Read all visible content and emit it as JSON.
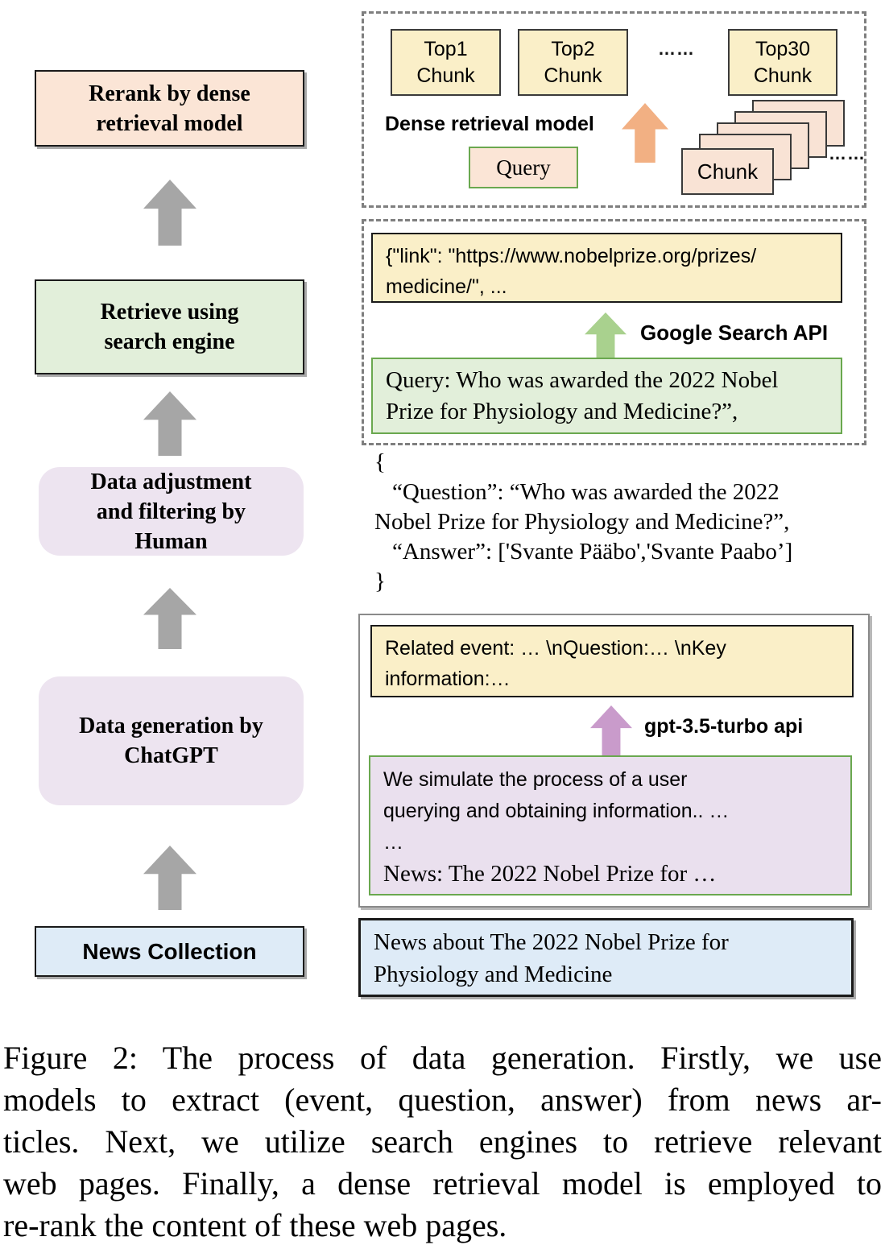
{
  "colors": {
    "cream": "#FAEFC8",
    "peach": "#FBE5D6",
    "chunkpeach": "#F9E3D5",
    "lgreen": "#E2EFDA",
    "lavender": "#EDE4F0",
    "lpurple": "#EAE0EE",
    "lblue": "#DEEBF7",
    "grayarrow": "#A6A6A6",
    "orangearrow": "#F2B083",
    "greenarrow": "#A9D18E",
    "purplearrow": "#C99BCB",
    "greenborder": "#6AA84F",
    "dash": "#7F7F7F",
    "ink": "#1A1A1A"
  },
  "flow": {
    "rerank": {
      "line1": "Rerank by dense",
      "line2": "retrieval model"
    },
    "retrieve": {
      "line1": "Retrieve using",
      "line2": "search engine"
    },
    "adjust": {
      "line1": "Data adjustment",
      "line2": "and filtering by",
      "line3": "Human"
    },
    "generate": {
      "line1": "Data generation by",
      "line2": "ChatGPT"
    },
    "news_collection": "News Collection"
  },
  "rerank_panel": {
    "top1": {
      "line1": "Top1",
      "line2": "Chunk"
    },
    "top2": {
      "line1": "Top2",
      "line2": "Chunk"
    },
    "top30": {
      "line1": "Top30",
      "line2": "Chunk"
    },
    "dots_top": "……",
    "model_label": "Dense retrieval model",
    "query_label": "Query",
    "chunk_label": "Chunk",
    "dots_right": "……"
  },
  "search_panel": {
    "result_line1": "{\"link\": \"https://www.nobelprize.org/prizes/",
    "result_line2": "medicine/\", ...",
    "api_label": "Google Search API",
    "query_line1": "Query: Who was awarded the 2022 Nobel",
    "query_line2": "Prize for Physiology and Medicine?”,"
  },
  "qa_json": {
    "line1": "{",
    "line2": "“Question”: “Who was awarded the 2022",
    "line3": "Nobel Prize for Physiology and Medicine?”,",
    "line4": "“Answer”: ['Svante Pääbo','Svante Paabo’]",
    "line5": "}"
  },
  "generation_panel": {
    "output_line1": "Related event: … \\nQuestion:… \\nKey",
    "output_line2": "information:…",
    "api_label": "gpt-3.5-turbo api",
    "prompt_line1": "We simulate the process of a user",
    "prompt_line2": "querying and obtaining information.. …",
    "prompt_line3": "…",
    "prompt_line4": "News: The 2022 Nobel Prize for …"
  },
  "news_panel": {
    "line1": "News about The 2022 Nobel Prize for",
    "line2": "Physiology and Medicine"
  },
  "caption": {
    "lines": [
      "Figure 2: The process of data generation. Firstly, we use",
      "models to extract (event, question, answer) from news ar-",
      "ticles. Next, we utilize search engines to retrieve relevant",
      "web pages. Finally, a dense retrieval model is employed to",
      "re-rank the content of these web pages."
    ]
  }
}
